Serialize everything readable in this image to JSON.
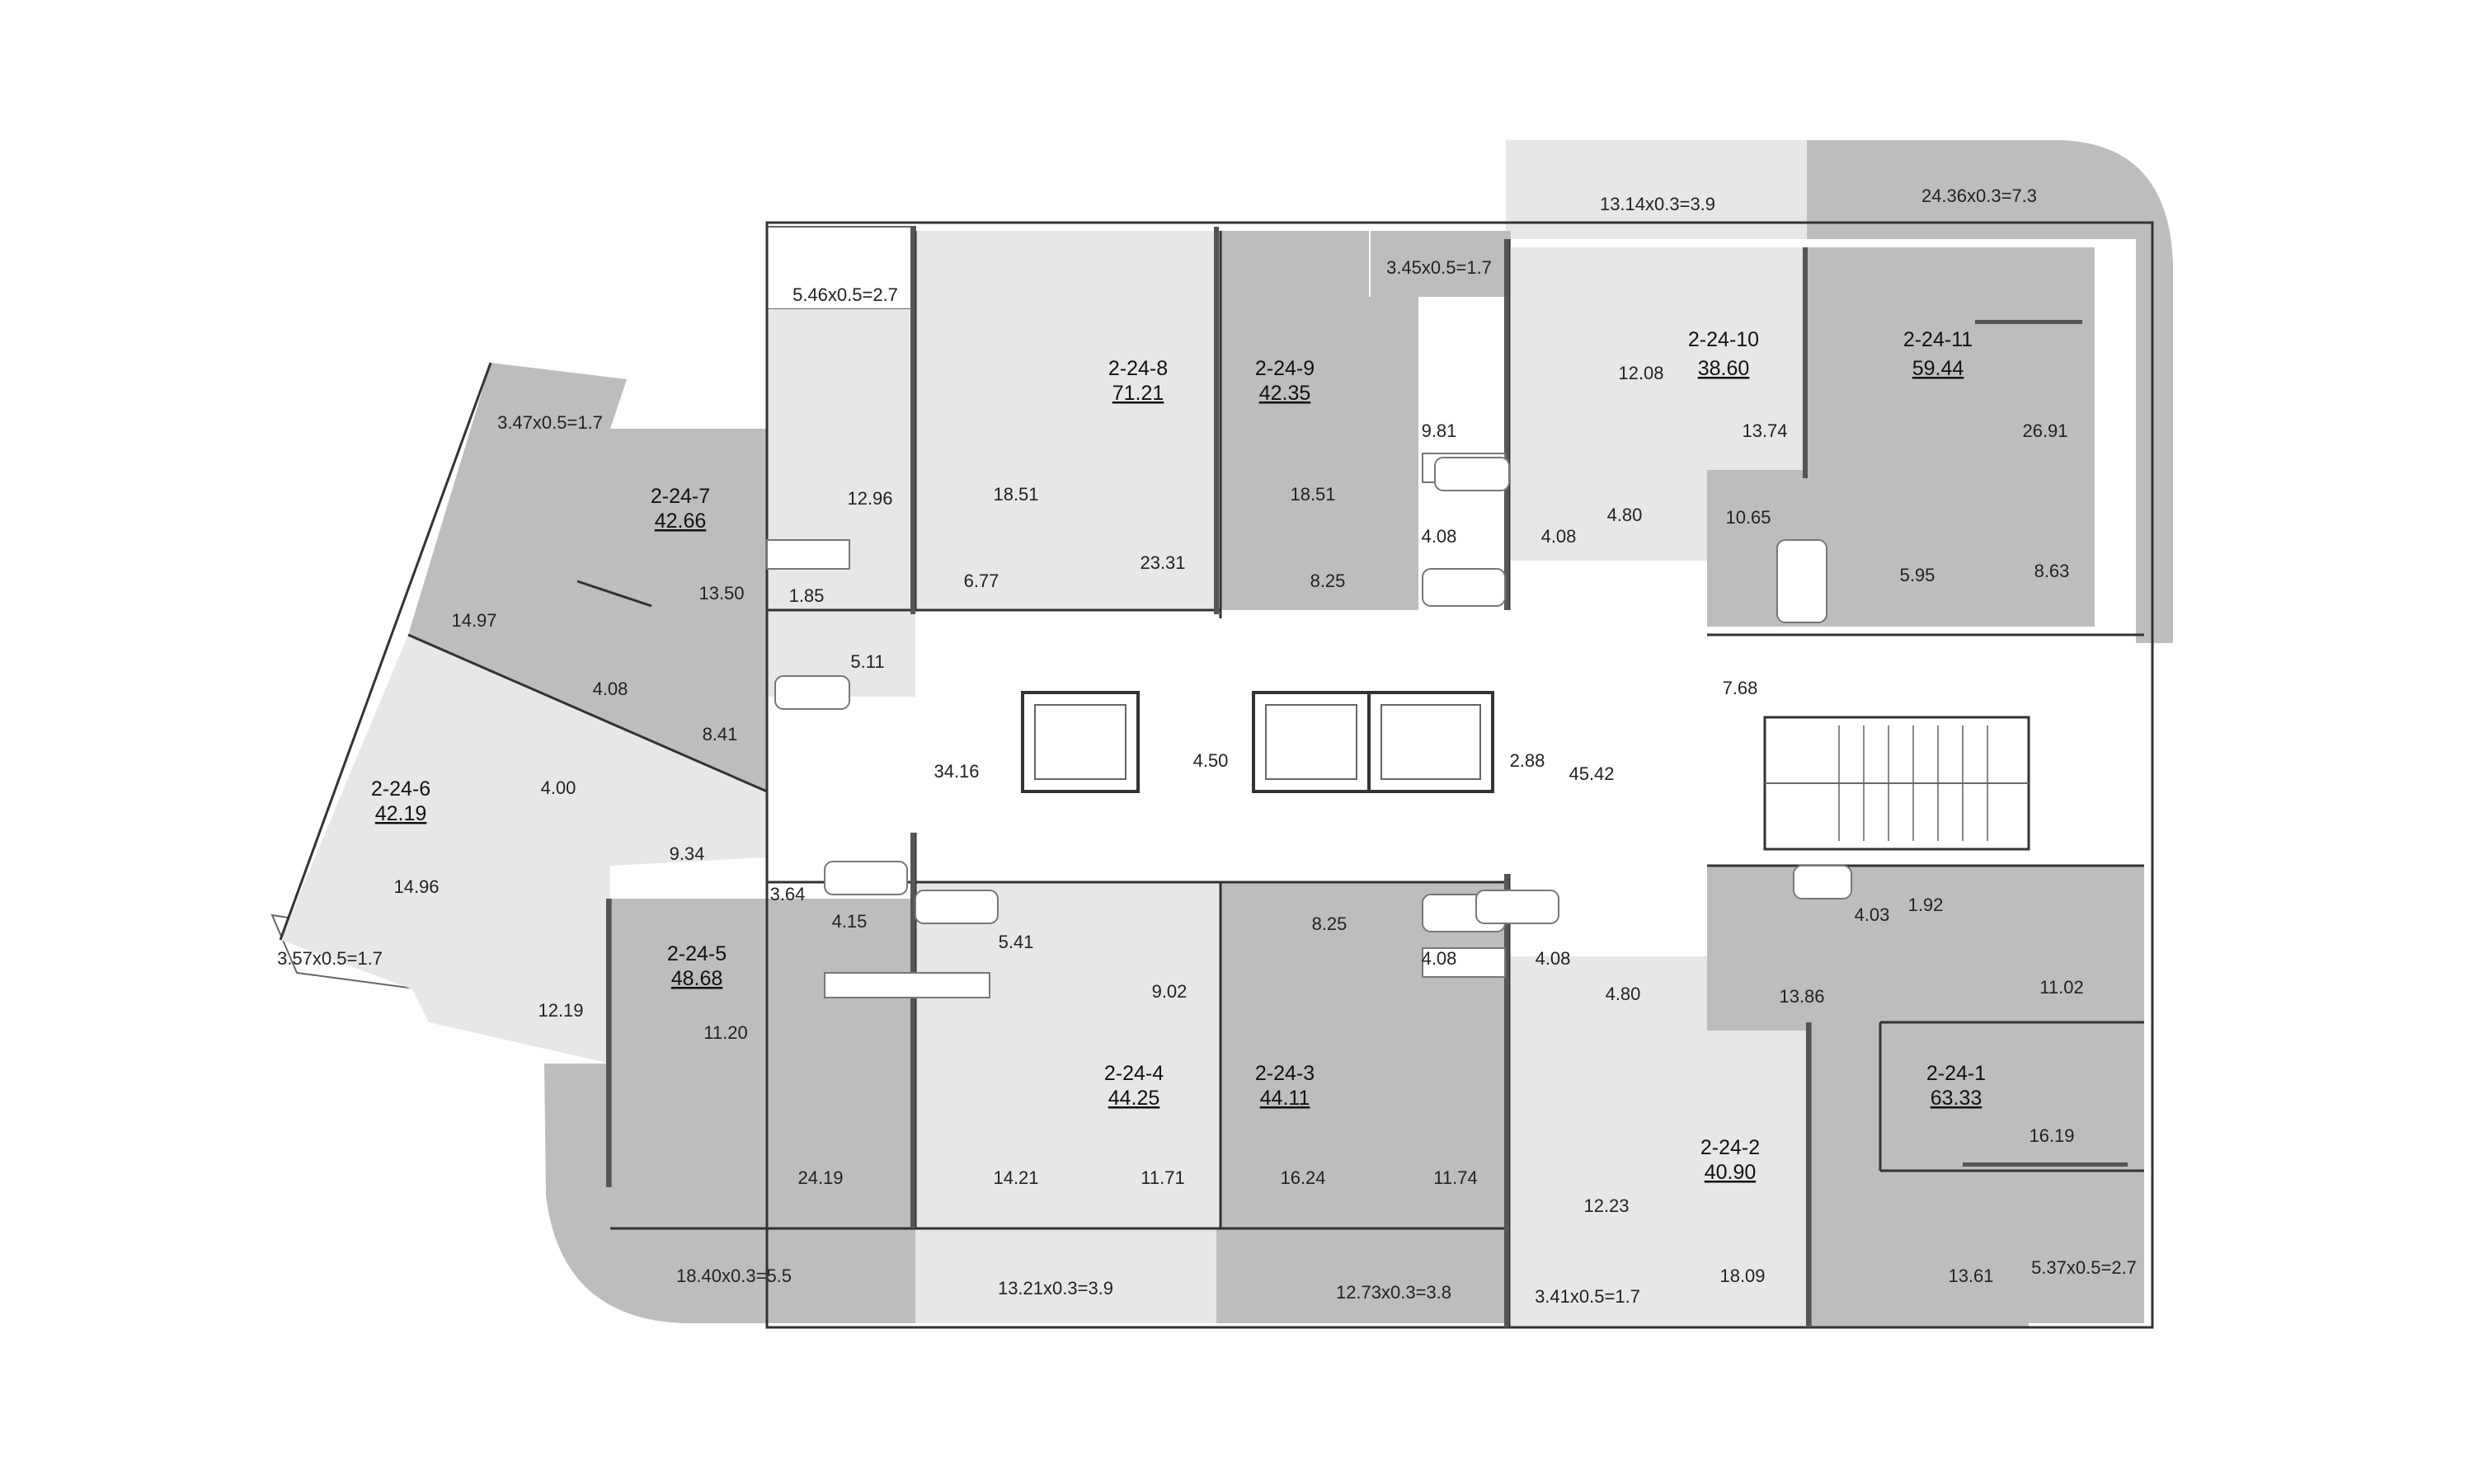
{
  "colors": {
    "dark_fill": "#bdbdbd",
    "light_fill": "#e7e7e7",
    "common_fill": "#ffffff",
    "wall": "#333333"
  },
  "apartments": [
    {
      "id": "2-24-1",
      "area": "63.33"
    },
    {
      "id": "2-24-2",
      "area": "40.90"
    },
    {
      "id": "2-24-3",
      "area": "44.11"
    },
    {
      "id": "2-24-4",
      "area": "44.25"
    },
    {
      "id": "2-24-5",
      "area": "48.68"
    },
    {
      "id": "2-24-6",
      "area": "42.19"
    },
    {
      "id": "2-24-7",
      "area": "42.66"
    },
    {
      "id": "2-24-8",
      "area": "71.21"
    },
    {
      "id": "2-24-9",
      "area": "42.35"
    },
    {
      "id": "2-24-10",
      "area": "38.60"
    },
    {
      "id": "2-24-11",
      "area": "59.44"
    }
  ],
  "balconies": [
    "13.14x0.3=3.9",
    "24.36x0.3=7.3",
    "5.46x0.5=2.7",
    "3.45x0.5=1.7",
    "3.47x0.5=1.7",
    "3.57x0.5=1.7",
    "18.40x0.3=5.5",
    "13.21x0.3=3.9",
    "12.73x0.3=3.8",
    "3.41x0.5=1.7",
    "5.37x0.5=2.7"
  ],
  "rooms": [
    "12.96",
    "18.51",
    "23.31",
    "6.77",
    "1.85",
    "5.11",
    "18.51",
    "8.25",
    "9.81",
    "4.08",
    "4.08",
    "12.08",
    "4.80",
    "13.74",
    "26.91",
    "10.65",
    "5.95",
    "8.63",
    "14.97",
    "13.50",
    "4.08",
    "8.41",
    "4.00",
    "9.34",
    "14.96",
    "12.19",
    "34.16",
    "4.50",
    "2.88",
    "45.42",
    "7.68",
    "3.64",
    "4.15",
    "5.41",
    "9.02",
    "11.20",
    "24.19",
    "14.21",
    "11.71",
    "8.25",
    "4.08",
    "4.08",
    "4.80",
    "16.24",
    "11.74",
    "12.23",
    "18.09",
    "13.86",
    "4.03",
    "1.92",
    "11.02",
    "16.19",
    "13.61"
  ]
}
